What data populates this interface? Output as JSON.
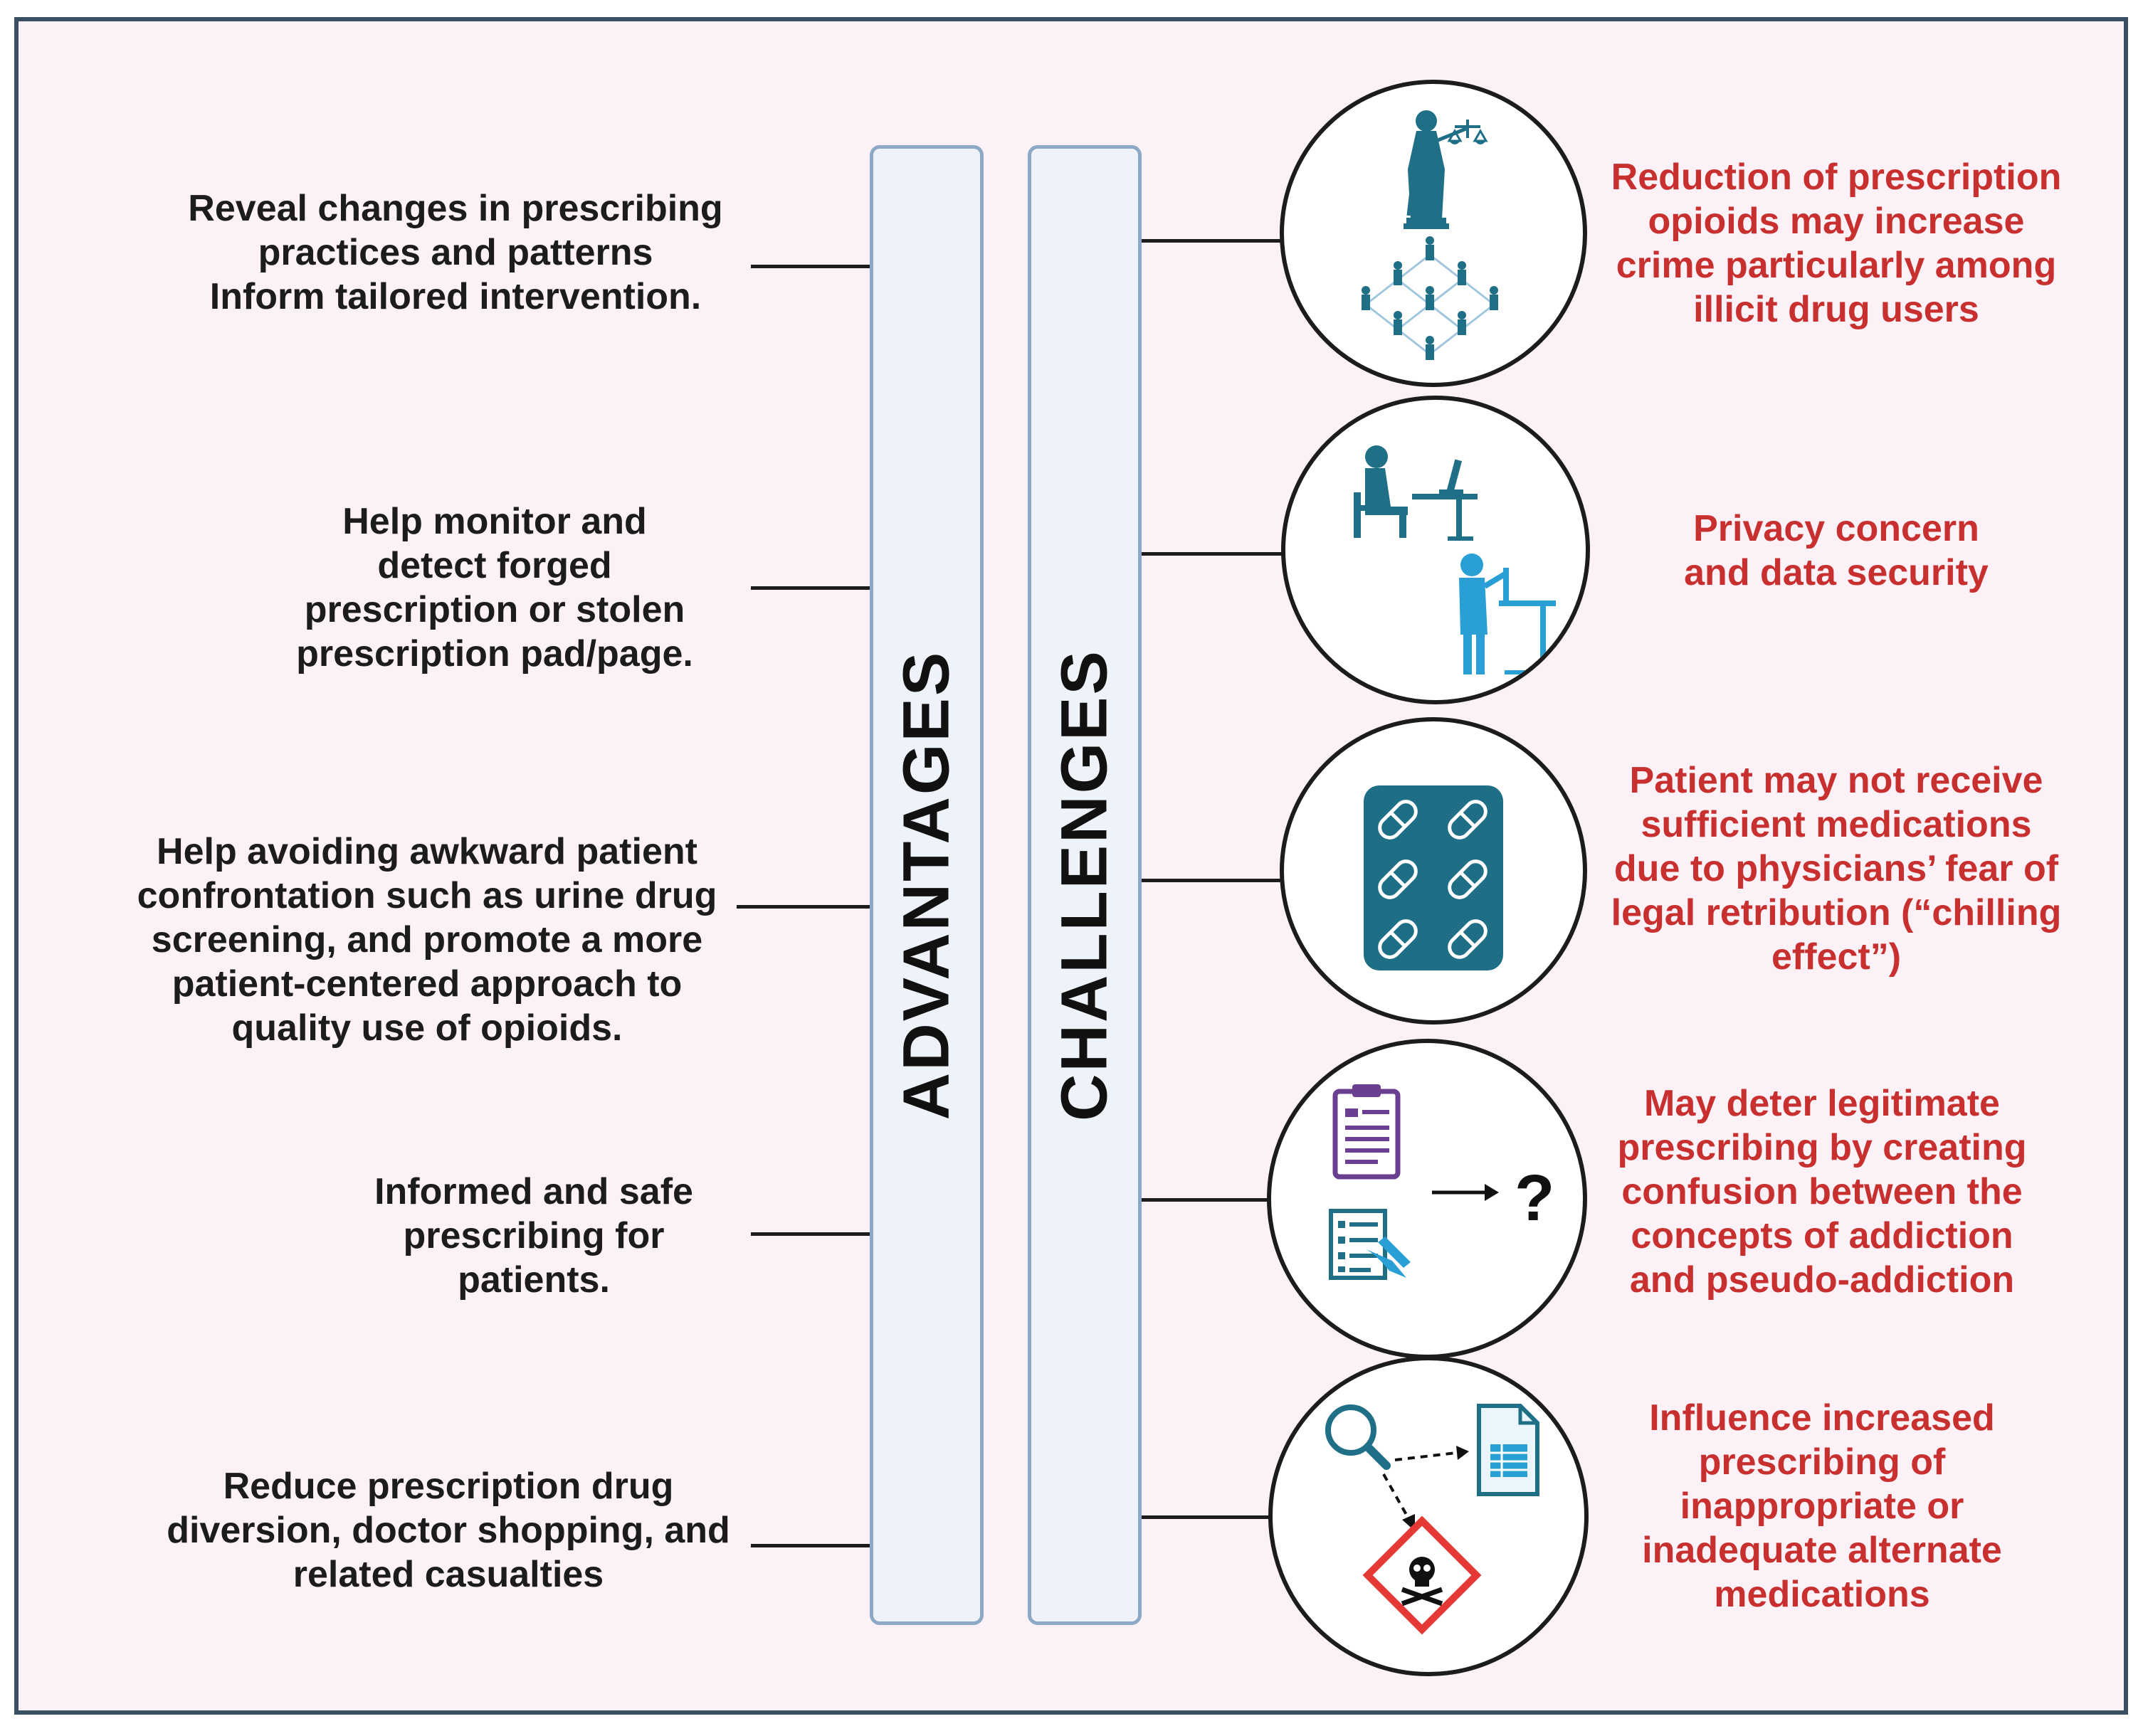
{
  "advantages": {
    "title": "ADVANTAGES",
    "items": [
      "Reveal changes in prescribing\npractices and patterns\nInform tailored intervention.",
      "Help monitor and\ndetect forged\nprescription or stolen\nprescription pad/page.",
      "Help avoiding awkward patient\nconfrontation such as urine drug\nscreening, and promote a more\npatient-centered approach to\nquality use of opioids.",
      "Informed and safe\nprescribing for\npatients.",
      "Reduce prescription drug\ndiversion, doctor shopping, and\nrelated casualties"
    ]
  },
  "challenges": {
    "title": "CHALLENGES",
    "items": [
      "Reduction of prescription\nopioids may increase\ncrime particularly among\nillicit drug users",
      "Privacy concern\nand data security",
      "Patient may not receive\nsufficient medications\ndue to physicians’ fear of\nlegal retribution (“chilling\neffect”)",
      "May deter legitimate\nprescribing by creating\nconfusion between the\nconcepts  of addiction\nand pseudo-addiction",
      "Influence increased\nprescribing of\ninappropriate or\ninadequate alternate\nmedications"
    ],
    "icons": [
      "justice-and-network-icon",
      "computer-and-lab-worker-icon",
      "pill-blister-icon",
      "clipboard-question-icon",
      "search-file-hazard-icon"
    ],
    "question_mark": "?"
  },
  "colors": {
    "frame": "#3b4f63",
    "background": "#fbf1f6",
    "bar_border": "#8ea9c5",
    "bar_fill": "#eef2f9",
    "challenge_text": "#c8302f",
    "icon_teal": "#1f6f86",
    "icon_blue": "#2a9fd6",
    "icon_purple": "#6b3f8f",
    "hazard_red": "#e53935"
  }
}
